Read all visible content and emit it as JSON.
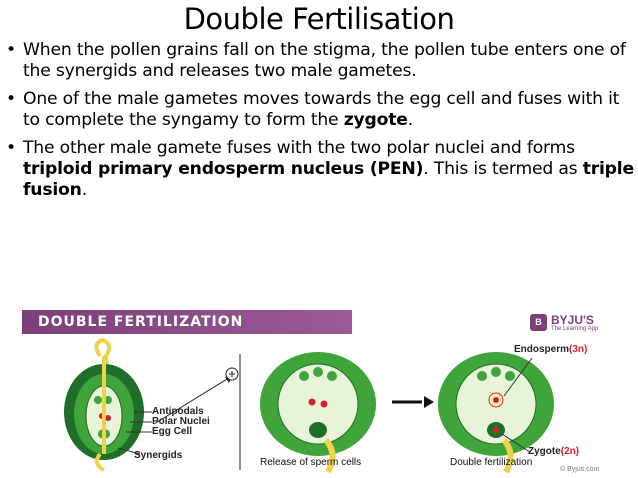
{
  "slide": {
    "title": "Double Fertilisation"
  },
  "bullets": [
    {
      "parts": [
        {
          "text": "When the pollen grains fall on the stigma, the pollen tube enters one of the synergids and releases two male gametes.",
          "bold": false
        }
      ]
    },
    {
      "parts": [
        {
          "text": "One of the male gametes moves towards the egg cell and fuses with it to complete the syngamy to form the ",
          "bold": false
        },
        {
          "text": "zygote",
          "bold": true
        },
        {
          "text": ".",
          "bold": false
        }
      ]
    },
    {
      "parts": [
        {
          "text": "The other male gamete fuses with the two polar nuclei and forms ",
          "bold": false
        },
        {
          "text": "triploid primary endosperm nucleus (PEN)",
          "bold": true
        },
        {
          "text": ". This is termed as ",
          "bold": false
        },
        {
          "text": "triple fusion",
          "bold": true
        },
        {
          "text": ".",
          "bold": false
        }
      ]
    }
  ],
  "figure": {
    "banner": "DOUBLE FERTILIZATION",
    "logo": {
      "mark": "B",
      "name": "BYJU'S",
      "tagline": "The Learning App"
    },
    "labels": {
      "antipodals": "Antipodals",
      "polar_nuclei": "Polar Nuclei",
      "egg_cell": "Egg Cell",
      "synergids": "Synergids",
      "endosperm": "Endosperm",
      "endosperm_ploidy": "(3n)",
      "zygote": "Zygote",
      "zygote_ploidy": "(2n)"
    },
    "captions": {
      "release": "Release of sperm cells",
      "double": "Double fertilization",
      "copyright": "© Byjus.com"
    },
    "colors": {
      "banner": "#7b3f7a",
      "green": "#3fa43a",
      "dark_green": "#1f6e2a",
      "pollen": "#f2d24a",
      "red": "#d81e2a"
    }
  }
}
